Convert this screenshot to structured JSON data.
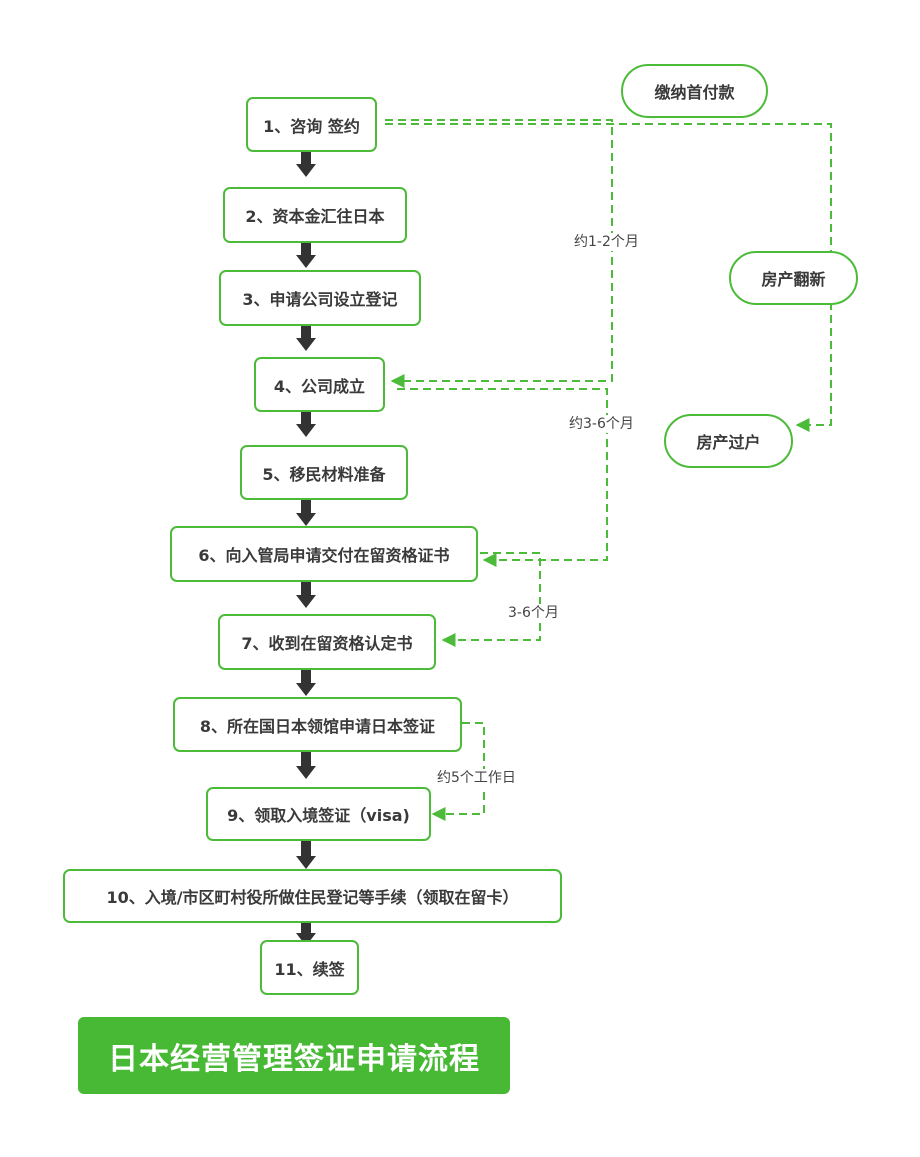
{
  "colors": {
    "accent": "#4dbb3a",
    "arrow": "#333333",
    "title_bg": "#47b934"
  },
  "steps": [
    "1、咨询 签约",
    "2、资本金汇往日本",
    "3、申请公司设立登记",
    "4、公司成立",
    "5、移民材料准备",
    "6、向入管局申请交付在留资格证书",
    "7、收到在留资格认定书",
    "8、所在国日本领馆申请日本签证",
    "9、领取入境签证（visa)",
    "10、入境/市区町村役所做住民登记等手续（领取在留卡）",
    "11、续签"
  ],
  "property": {
    "down_payment": "缴纳首付款",
    "renovation": "房产翻新",
    "transfer": "房产过户"
  },
  "durations": {
    "d1": "约1-2个月",
    "d2": "约3-6个月",
    "d3": "3-6个月",
    "d4": "约5个工作日"
  },
  "title": "日本经营管理签证申请流程"
}
